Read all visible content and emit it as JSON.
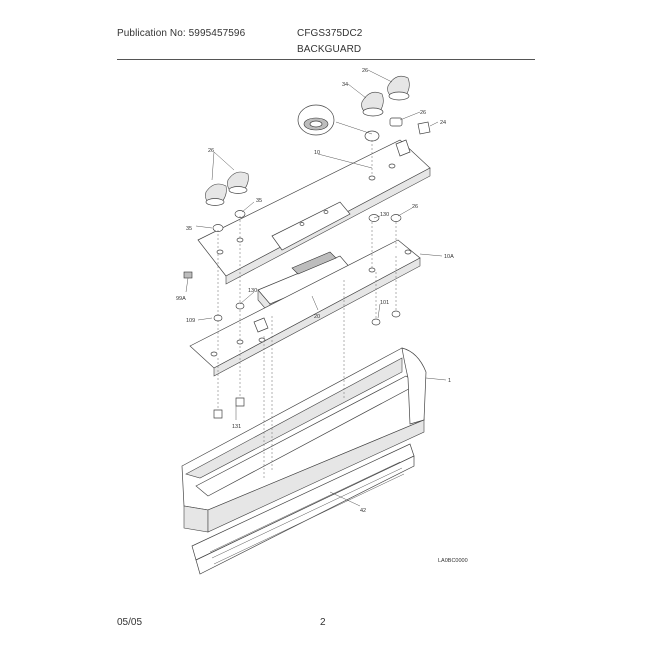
{
  "header": {
    "publication": "Publication No: 5995457596",
    "model": "CFGS375DC2",
    "section": "BACKGUARD"
  },
  "footer": {
    "date": "05/05",
    "page": "2"
  },
  "diagram": {
    "code": "LA0BC0000",
    "callouts": {
      "c26a": "26",
      "c26b": "26",
      "c26c": "26",
      "c26d": "26",
      "c34": "34",
      "c24": "24",
      "c10": "10",
      "c35a": "35",
      "c35b": "35",
      "c130a": "130",
      "c130b": "130",
      "c10a": "10A",
      "c20": "20",
      "c99a": "99A",
      "c109": "109",
      "c101": "101",
      "c131": "131",
      "c1": "1",
      "c42": "42"
    }
  }
}
